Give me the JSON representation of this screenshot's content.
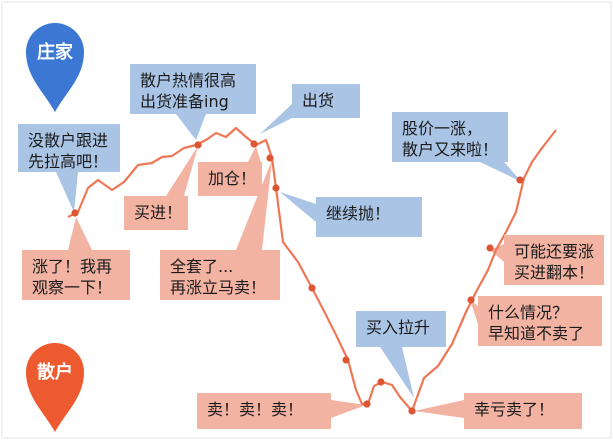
{
  "colors": {
    "line": "#ee7755",
    "dot": "#dd5533",
    "banker_pin": "#3b77d3",
    "retail_pin": "#ee5a2f",
    "blue_bubble": "#a9c4e4",
    "pink_bubble": "#f3b3a3",
    "frame": "#e6e6e6"
  },
  "banker": {
    "label": "庄家",
    "icon": "map-pin-icon"
  },
  "retail": {
    "label": "散户",
    "icon": "map-pin-icon"
  },
  "banker_bubbles": [
    {
      "lines": [
        "没散户跟进",
        "先拉高吧！"
      ]
    },
    {
      "lines": [
        "散户热情很高",
        "出货准备ing"
      ]
    },
    {
      "lines": [
        "出货"
      ]
    },
    {
      "lines": [
        "继续抛！"
      ]
    },
    {
      "lines": [
        "买入拉升"
      ]
    },
    {
      "lines": [
        "股价一涨，",
        "散户又来啦！"
      ]
    }
  ],
  "retail_bubbles": [
    {
      "lines": [
        "涨了！我再",
        "观察一下！"
      ]
    },
    {
      "lines": [
        "买进！"
      ]
    },
    {
      "lines": [
        "加仓！"
      ]
    },
    {
      "lines": [
        "全套了...",
        "再涨立马卖！"
      ]
    },
    {
      "lines": [
        "卖！卖！卖！"
      ]
    },
    {
      "lines": [
        "幸亏卖了！"
      ]
    },
    {
      "lines": [
        "什么情况？",
        "早知道不卖了"
      ]
    },
    {
      "lines": [
        "可能还要涨",
        "买进翻本！"
      ]
    }
  ]
}
